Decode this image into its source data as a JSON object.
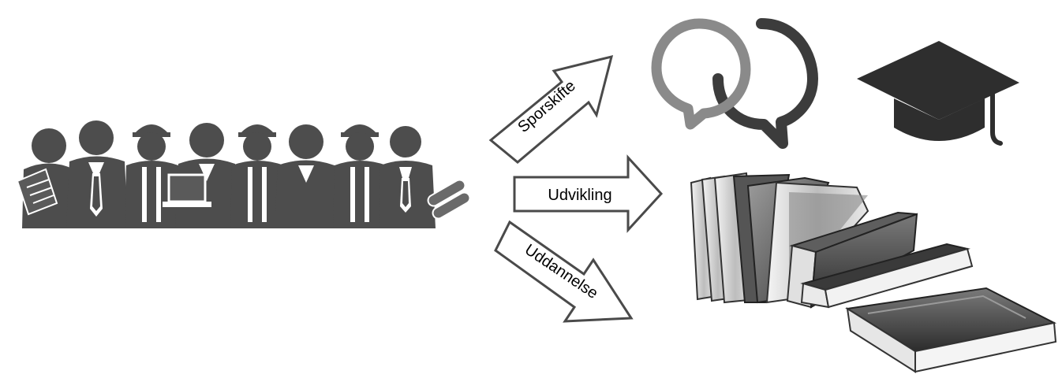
{
  "arrows": {
    "top": "Sporskifte",
    "middle": "Udvikling",
    "bottom": "Uddannelse"
  },
  "icons": [
    "workers-group-icon",
    "speech-bubbles-icon",
    "graduation-cap-icon",
    "books-icon"
  ],
  "colors": {
    "figure": "#4d4d4d",
    "bubble_light": "#8a8a8a",
    "bubble_dark": "#3c3c3c",
    "cap": "#2e2e2e"
  }
}
